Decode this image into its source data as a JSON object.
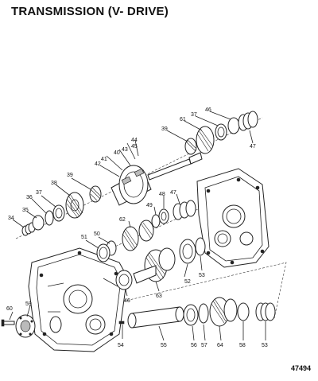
{
  "title": "TRANSMISSION (V- DRIVE)",
  "figure_number": "47494",
  "callouts": [
    "34",
    "35",
    "36",
    "37",
    "38",
    "39",
    "40",
    "41",
    "42",
    "43",
    "44",
    "45",
    "39",
    "61",
    "37",
    "46",
    "47",
    "48",
    "49",
    "47",
    "62",
    "50",
    "51",
    "52",
    "53",
    "46",
    "63",
    "60",
    "59",
    "54",
    "55",
    "56",
    "57",
    "64",
    "58",
    "53"
  ]
}
